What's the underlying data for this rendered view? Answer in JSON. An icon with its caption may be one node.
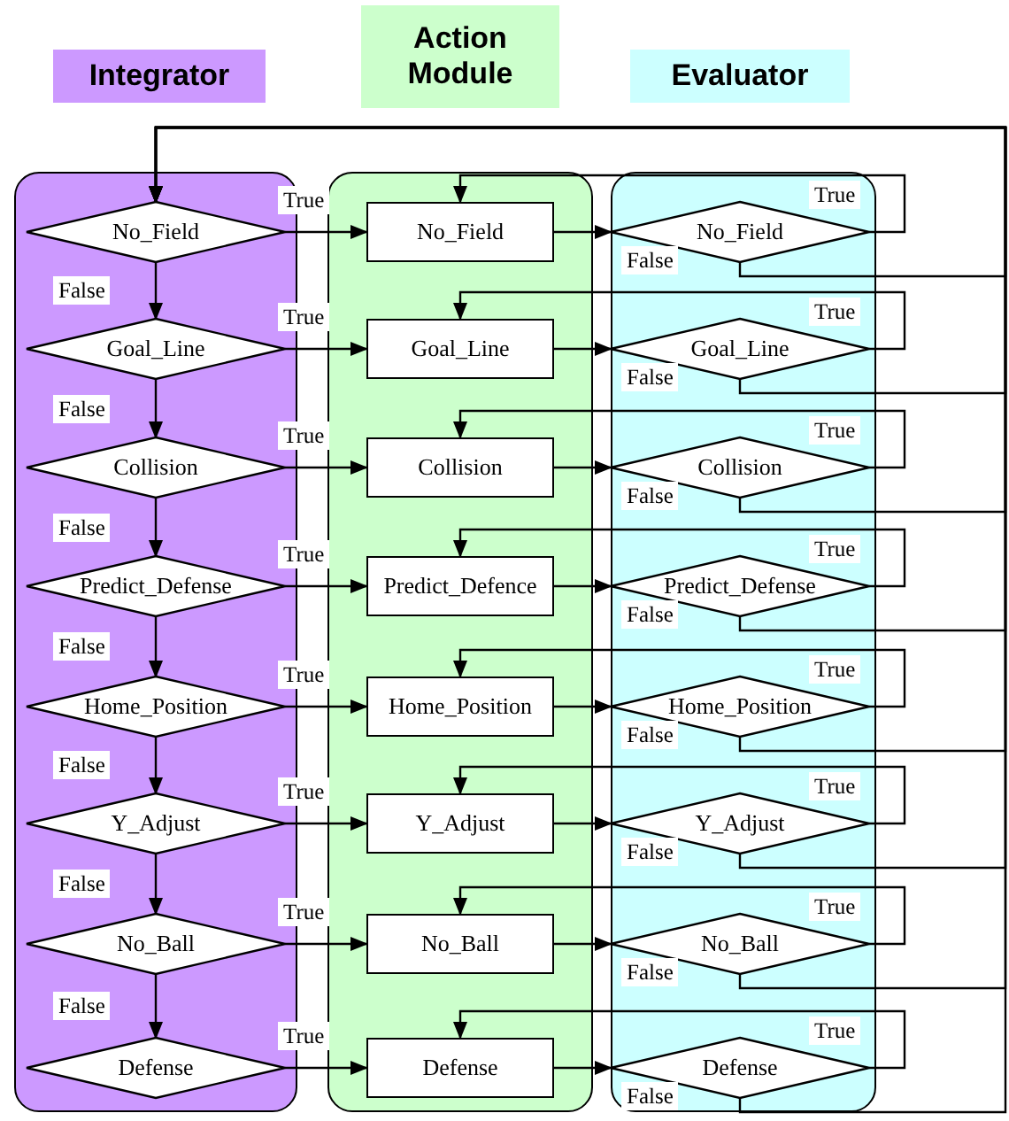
{
  "diagram": {
    "nodes": [
      {
        "text": [
          "Integrator"
        ]
      },
      {
        "text": [
          "No_Field"
        ],
        "in": 0
      },
      {
        "text": [
          "Goal_Line"
        ],
        "in": 0
      },
      {
        "text": [
          "Collision"
        ],
        "in": 0
      },
      {
        "text": [
          "Predict_Defense"
        ],
        "in": 0
      },
      {
        "text": [
          "Home_Position"
        ],
        "in": 0
      },
      {
        "text": [
          "Y_Adjust"
        ],
        "in": 0
      },
      {
        "text": [
          "No_Ball"
        ],
        "in": 0
      },
      {
        "text": [
          "Defense"
        ],
        "in": 0
      },
      {
        "text": [
          "Action Module"
        ]
      },
      {
        "text": [
          "No_Field"
        ],
        "in": 9
      },
      {
        "text": [
          "Goal_Line"
        ],
        "in": 9
      },
      {
        "text": [
          "Collision"
        ],
        "in": 9
      },
      {
        "text": [
          "Predict_Defence"
        ],
        "in": 9
      },
      {
        "text": [
          "Home_Position"
        ],
        "in": 9
      },
      {
        "text": [
          "Y_Adjust"
        ],
        "in": 9
      },
      {
        "text": [
          "No_Ball"
        ],
        "in": 9
      },
      {
        "text": [
          "Defense"
        ],
        "in": 9
      },
      {
        "text": [
          "Evaluator"
        ]
      },
      {
        "text": [
          "No_Field"
        ],
        "in": 18
      },
      {
        "text": [
          "Goal_Line"
        ],
        "in": 18
      },
      {
        "text": [
          "Collision"
        ],
        "in": 18
      },
      {
        "text": [
          "Predict_Defense"
        ],
        "in": 18
      },
      {
        "text": [
          "Home_Position"
        ],
        "in": 18
      },
      {
        "text": [
          "Y_Adjust"
        ],
        "in": 18
      },
      {
        "text": [
          "No_Ball"
        ],
        "in": 18
      },
      {
        "text": [
          "Defense"
        ],
        "in": 18
      }
    ],
    "edges": [
      {
        "from": 1,
        "to": 10,
        "arrow": "to",
        "label": "True"
      },
      {
        "from": 10,
        "to": 19,
        "arrow": "to"
      },
      {
        "from": 19,
        "to": 10,
        "arrow": "to",
        "label": "True"
      },
      {
        "from": 19,
        "to": 1,
        "arrow": "to",
        "label": "False"
      },
      {
        "from": 1,
        "to": 2,
        "arrow": "to",
        "label": "False"
      },
      {
        "from": 2,
        "to": 11,
        "arrow": "to",
        "label": "True"
      },
      {
        "from": 11,
        "to": 20,
        "arrow": "to"
      },
      {
        "from": 20,
        "to": 11,
        "arrow": "to",
        "label": "True"
      },
      {
        "from": 20,
        "to": 1,
        "arrow": "to",
        "label": "False"
      },
      {
        "from": 2,
        "to": 3,
        "arrow": "to",
        "label": "False"
      },
      {
        "from": 3,
        "to": 12,
        "arrow": "to",
        "label": "True"
      },
      {
        "from": 12,
        "to": 21,
        "arrow": "to"
      },
      {
        "from": 21,
        "to": 12,
        "arrow": "to",
        "label": "True"
      },
      {
        "from": 21,
        "to": 1,
        "arrow": "to",
        "label": "False"
      },
      {
        "from": 3,
        "to": 4,
        "arrow": "to",
        "label": "False"
      },
      {
        "from": 4,
        "to": 13,
        "arrow": "to",
        "label": "True"
      },
      {
        "from": 13,
        "to": 22,
        "arrow": "to"
      },
      {
        "from": 22,
        "to": 13,
        "arrow": "to",
        "label": "True"
      },
      {
        "from": 22,
        "to": 1,
        "arrow": "to",
        "label": "False"
      },
      {
        "from": 4,
        "to": 5,
        "arrow": "to",
        "label": "False"
      },
      {
        "from": 5,
        "to": 14,
        "arrow": "to",
        "label": "True"
      },
      {
        "from": 14,
        "to": 23,
        "arrow": "to"
      },
      {
        "from": 23,
        "to": 14,
        "arrow": "to",
        "label": "True"
      },
      {
        "from": 23,
        "to": 1,
        "arrow": "to",
        "label": "False"
      },
      {
        "from": 5,
        "to": 6,
        "arrow": "to",
        "label": "False"
      },
      {
        "from": 6,
        "to": 15,
        "arrow": "to",
        "label": "True"
      },
      {
        "from": 15,
        "to": 24,
        "arrow": "to"
      },
      {
        "from": 24,
        "to": 15,
        "arrow": "to",
        "label": "True"
      },
      {
        "from": 24,
        "to": 1,
        "arrow": "to",
        "label": "False"
      },
      {
        "from": 6,
        "to": 7,
        "arrow": "to",
        "label": "False"
      },
      {
        "from": 7,
        "to": 16,
        "arrow": "to",
        "label": "True"
      },
      {
        "from": 16,
        "to": 25,
        "arrow": "to"
      },
      {
        "from": 25,
        "to": 16,
        "arrow": "to",
        "label": "True"
      },
      {
        "from": 25,
        "to": 1,
        "arrow": "to",
        "label": "False"
      },
      {
        "from": 7,
        "to": 8,
        "arrow": "to",
        "label": "False"
      },
      {
        "from": 8,
        "to": 17,
        "arrow": "to",
        "label": "True"
      },
      {
        "from": 17,
        "to": 26,
        "arrow": "to"
      },
      {
        "from": 26,
        "to": 17,
        "arrow": "to",
        "label": "True"
      },
      {
        "from": 26,
        "to": 1,
        "arrow": "to",
        "label": "False"
      }
    ]
  }
}
